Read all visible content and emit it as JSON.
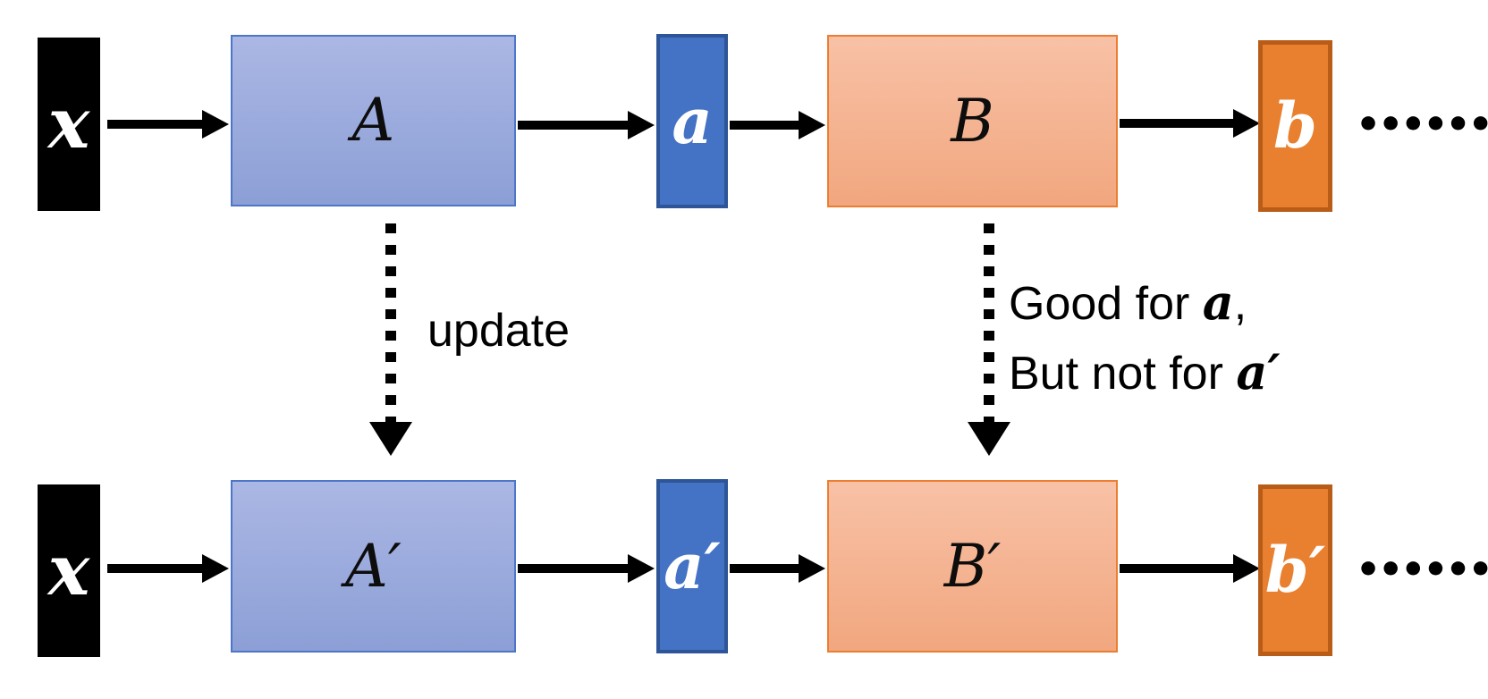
{
  "rows": {
    "top": {
      "x_label": "x",
      "A_label": "A",
      "a_label": "a",
      "B_label": "B",
      "b_label": "b",
      "dots": "••••••"
    },
    "bottom": {
      "x_label": "x",
      "A_label": "A′",
      "a_label": "a′",
      "B_label": "B′",
      "b_label": "b′",
      "dots": "••••••"
    }
  },
  "annotations": {
    "update": "update",
    "note_line1_prefix": "Good for ",
    "note_line1_math": "a",
    "note_line1_suffix": ",",
    "note_line2_prefix": "But not for ",
    "note_line2_math": "a′"
  },
  "colors": {
    "black_box": "#000000",
    "blue_big_fill_top": "#abb7e4",
    "blue_big_fill_bottom": "#8c9fd6",
    "blue_big_border": "#4d76c8",
    "blue_small_fill": "#4472c4",
    "blue_small_border": "#2e5597",
    "peach_fill_top": "#f8c1a6",
    "peach_fill_bottom": "#f1a77f",
    "peach_border": "#ed7d31",
    "orange_small_fill": "#e8802f",
    "orange_small_border": "#b85c18",
    "arrow": "#000000"
  }
}
